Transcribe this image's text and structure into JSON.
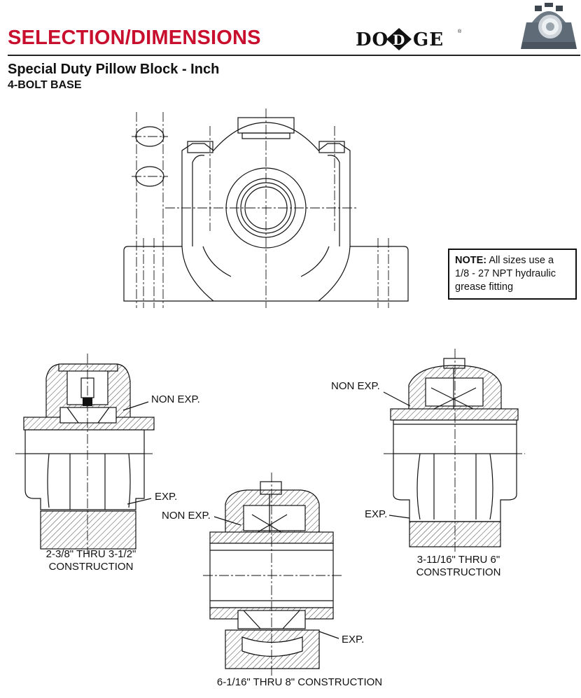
{
  "header": {
    "title": "SELECTION/DIMENSIONS",
    "brand": "DODGE",
    "brand_mark": "®"
  },
  "subtitle": "Special Duty Pillow Block - Inch",
  "subtitle2": "4-BOLT BASE",
  "note": {
    "label": "NOTE:",
    "text": "All sizes use a 1/8 - 27 NPT hydraulic grease fitting"
  },
  "sections": [
    {
      "caption_line1": "2-3/8\" THRU 3-1/2\"",
      "caption_line2": "CONSTRUCTION",
      "non_exp_label": "NON EXP.",
      "exp_label": "EXP."
    },
    {
      "caption_line1": "6-1/16\" THRU 8\" CONSTRUCTION",
      "non_exp_label": "NON EXP.",
      "exp_label": "EXP."
    },
    {
      "caption_line1": "3-11/16\" THRU 6\"",
      "caption_line2": "CONSTRUCTION",
      "non_exp_label": "NON EXP.",
      "exp_label": "EXP."
    }
  ],
  "colors": {
    "title_red": "#c8102e",
    "line": "#111111"
  }
}
